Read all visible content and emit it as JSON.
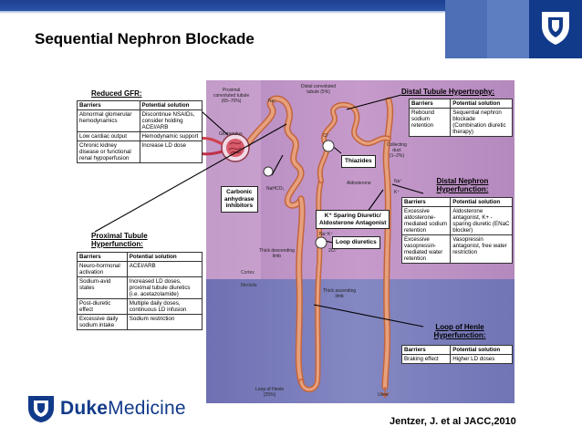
{
  "slide": {
    "title": "Sequential Nephron Blockade",
    "citation": "Jentzer, J. et al JACC,2010",
    "logo_text_bold": "Duke",
    "logo_text_rest": "Medicine",
    "brand_color": "#123a8a"
  },
  "diagram": {
    "header_barriers": "Barriers",
    "header_solution": "Potential solution",
    "reduced_gfr": {
      "label": "Reduced GFR:",
      "rows": [
        [
          "Abnormal glomerular hemodynamics",
          "Discontinue NSAIDs, consider holding ACEI/ARB"
        ],
        [
          "Low cardiac output",
          "Hemodynamic support"
        ],
        [
          "Chronic kidney disease or functional renal hypoperfusion",
          "Increase LD dose"
        ]
      ]
    },
    "proximal": {
      "label": "Proximal Tubule Hyperfunction:",
      "rows": [
        [
          "Neuro-hormonal activation",
          "ACEI/ARB"
        ],
        [
          "Sodium-avid states",
          "Increased LD doses, proximal tubule diuretics (i.e. acetazolamide)"
        ],
        [
          "Post-diuretic effect",
          "Multiple daily doses, continuous LD infusion"
        ],
        [
          "Excessive daily sodium intake",
          "Sodium restriction"
        ]
      ]
    },
    "distal_tubule": {
      "label": "Distal Tubule Hypertrophy:",
      "rows": [
        [
          "Rebound sodium retention",
          "Sequential nephron blockade (Combination diuretic therapy)"
        ]
      ]
    },
    "distal_nephron": {
      "label": "Distal Nephron Hyperfunction:",
      "rows": [
        [
          "Excessive aldosterone-mediated sodium retention",
          "Aldosterone antagonist, K+ - sparing diuretic (ENaC blocker)"
        ],
        [
          "Excessive vasopressin-mediated water retention",
          "Vasopressin antagonist, free water restriction"
        ]
      ]
    },
    "loop_henle": {
      "label": "Loop of Henle Hyperfunction:",
      "rows": [
        [
          "Braking effect",
          "Higher LD doses"
        ]
      ]
    },
    "drugs": {
      "thiazides": "Thiazides",
      "carbonic_1": "Carbonic",
      "carbonic_2": "anhydrase",
      "carbonic_3": "inhibitors",
      "ksparing_1": "K⁺ Sparing Diuretic/",
      "ksparing_2": "Aldosterone Antagonist",
      "loop": "Loop diuretics"
    },
    "anatomy": {
      "proximal_1": "Proximal",
      "proximal_2": "convoluted tubule",
      "proximal_3": "(65–70%)",
      "distal_1": "Distal convoluted",
      "distal_2": "tubule (5%)",
      "glomerulus": "Glomerulus",
      "collecting_1": "Collecting",
      "collecting_2": "duct",
      "collecting_3": "(1–2%)",
      "thick_desc_1": "Thick descending",
      "thick_desc_2": "limb",
      "thick_asc_1": "Thick ascending",
      "thick_asc_2": "limb",
      "loop_henle_1": "Loop of Henle",
      "loop_henle_2": "(25%)",
      "aldosterone": "Aldosterone",
      "urine": "Urine",
      "cortex": "Cortex",
      "medulla": "Medulla",
      "na": "Na⁺",
      "nahco3": "NaHCO₃",
      "cl": "Cl⁻",
      "k": "K⁺",
      "nak2cl": "Na⁺K⁺",
      "cl2": "2Cl⁻"
    },
    "colors": {
      "cortex": "#c69bcb",
      "medulla": "#8488c2",
      "tubule": "#e0906a"
    }
  }
}
